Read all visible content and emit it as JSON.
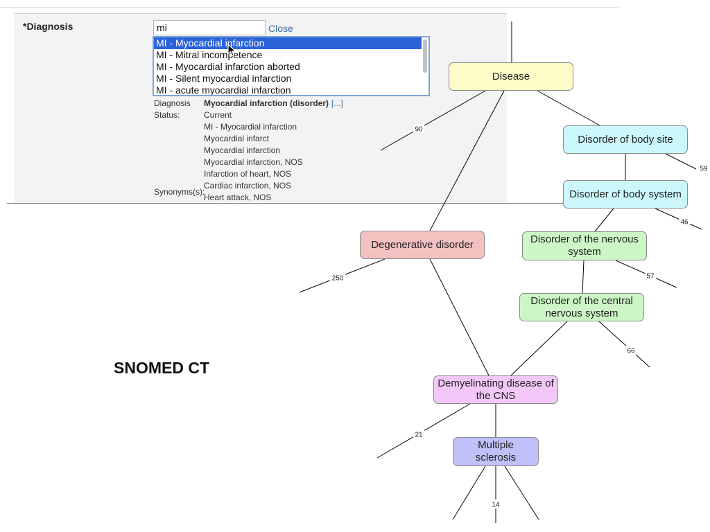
{
  "form": {
    "field_label": "*Diagnosis",
    "search_value": "mi",
    "close_label": "Close",
    "suggestions": [
      "MI - Myocardial infarction",
      "MI - Mitral incompetence",
      "MI - Myocardial infarction aborted",
      "MI - Silent myocardial infarction",
      "MI - acute myocardial infarction"
    ],
    "selected_index": 0,
    "details": {
      "diagnosis_label": "Diagnosis",
      "diagnosis_value": "Myocardial infarction (disorder)",
      "more_label": "[...]",
      "status_label": "Status:",
      "status_value": "Current",
      "synonyms_label": "Synonyms(s):",
      "synonyms": [
        "MI - Myocardial infarction",
        "Myocardial infarct",
        "Myocardial infarction",
        "Myocardial infarction, NOS",
        "Infarction of heart, NOS",
        "Cardiac infarction, NOS",
        "Heart attack, NOS"
      ]
    }
  },
  "diagram": {
    "label": "SNOMED CT",
    "nodes": [
      {
        "id": "disease",
        "label": "Disease",
        "color": "#fdfbc6"
      },
      {
        "id": "body-site",
        "label": "Disorder of body site",
        "color": "#cbf7fb"
      },
      {
        "id": "body-system",
        "label": "Disorder of body system",
        "color": "#cbf7fb"
      },
      {
        "id": "nervous",
        "label": "Disorder of the nervous system",
        "color": "#ccf6c6"
      },
      {
        "id": "central-nervous",
        "label": "Disorder of the central nervous system",
        "color": "#ccf6c6"
      },
      {
        "id": "degenerative",
        "label": "Degenerative disorder",
        "color": "#f5c0c0"
      },
      {
        "id": "demyelinating",
        "label": "Demyelinating disease of the CNS",
        "color": "#f3c8f8"
      },
      {
        "id": "ms",
        "label": "Multiple sclerosis",
        "color": "#c0c1f8"
      }
    ],
    "edges": [
      {
        "from": "disease",
        "to": "body-site"
      },
      {
        "from": "disease",
        "to": "degenerative"
      },
      {
        "from": "body-site",
        "to": "body-system"
      },
      {
        "from": "body-system",
        "to": "nervous"
      },
      {
        "from": "nervous",
        "to": "central-nervous"
      },
      {
        "from": "central-nervous",
        "to": "demyelinating"
      },
      {
        "from": "degenerative",
        "to": "demyelinating"
      },
      {
        "from": "demyelinating",
        "to": "ms"
      }
    ],
    "stub_counts": [
      {
        "node": "disease",
        "count": "90"
      },
      {
        "node": "body-site",
        "count": "59"
      },
      {
        "node": "body-system",
        "count": "46"
      },
      {
        "node": "degenerative",
        "count": "250"
      },
      {
        "node": "nervous",
        "count": "57"
      },
      {
        "node": "central-nervous",
        "count": "66"
      },
      {
        "node": "demyelinating",
        "count": "21"
      },
      {
        "node": "ms",
        "count": "14"
      }
    ]
  }
}
